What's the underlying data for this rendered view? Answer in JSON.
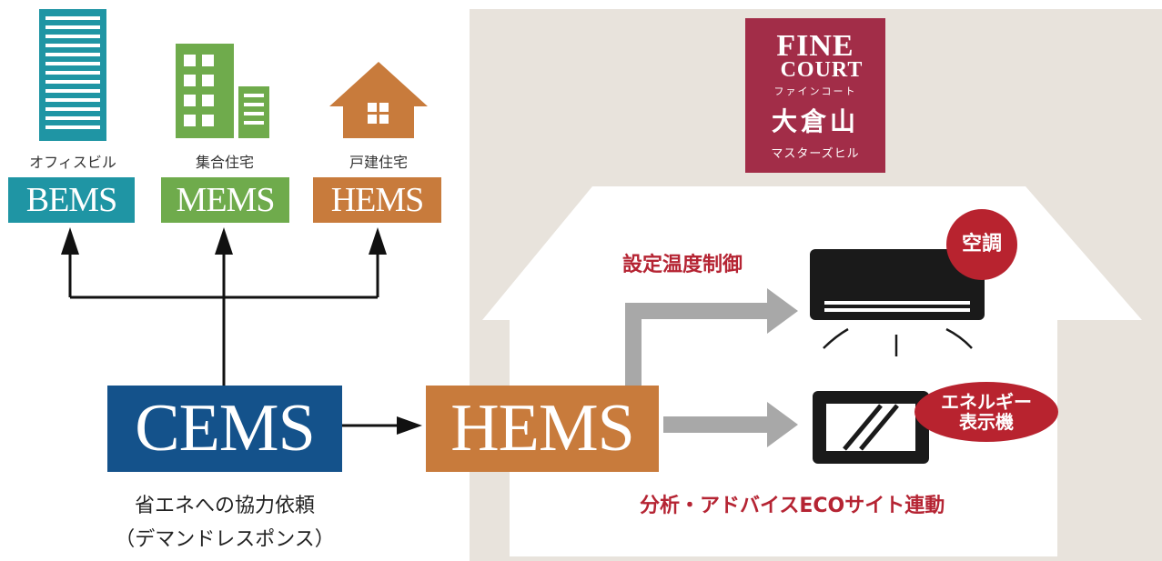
{
  "colors": {
    "bems": "#1f95a4",
    "mems": "#6fab4c",
    "hems": "#c87b3c",
    "cems": "#14528b",
    "logo": "#a22d48",
    "badge": "#b8232f",
    "accent_text": "#b52433",
    "panel": "#e8e3dc",
    "arrow_grey": "#a8a8a8"
  },
  "buildings": [
    {
      "category": "オフィスビル",
      "tag": "BEMS",
      "icon": "office-building-icon"
    },
    {
      "category": "集合住宅",
      "tag": "MEMS",
      "icon": "apartment-building-icon"
    },
    {
      "category": "戸建住宅",
      "tag": "HEMS",
      "icon": "house-icon"
    }
  ],
  "cems": {
    "label": "CEMS",
    "note_line1": "省エネへの協力依頼",
    "note_line2": "（デマンドレスポンス）"
  },
  "home": {
    "hems_label": "HEMS",
    "upper_label": "設定温度制御",
    "lower_label": "分析・アドバイスECOサイト連動",
    "aircon_badge": "空調",
    "monitor_badge_line1": "エネルギー",
    "monitor_badge_line2": "表示機",
    "aircon_icon": "air-conditioner-icon",
    "monitor_icon": "energy-monitor-icon"
  },
  "logo": {
    "line1": "FINE",
    "line2": "COURT",
    "line3": "ファインコート",
    "line4": "大倉山",
    "line5": "マスターズヒル"
  }
}
